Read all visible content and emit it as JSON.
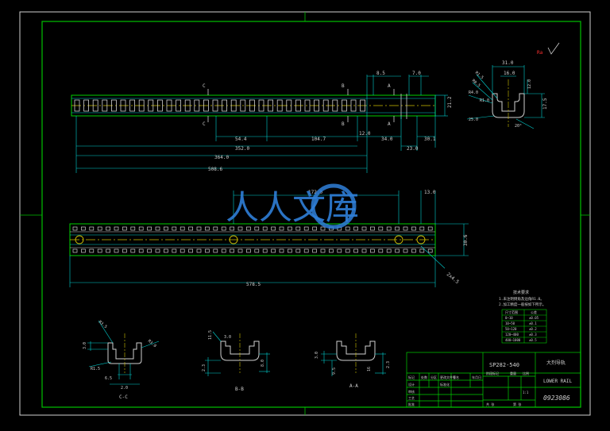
{
  "watermark": {
    "text": "人人文库"
  },
  "main_view": {
    "dims": [
      "8.5",
      "7.0",
      "21.2",
      "54.4",
      "104.7",
      "12.0",
      "34.0",
      "23.0",
      "30.1",
      "352.0",
      "364.0",
      "508.6"
    ],
    "section_marks": [
      "C",
      "C",
      "B",
      "B",
      "A",
      "A"
    ]
  },
  "lower_view": {
    "dims": [
      "172.0",
      "13.0",
      "30.6",
      "578.5",
      "2x4.5"
    ]
  },
  "end_section": {
    "dims": [
      "31.0",
      "16.0",
      "R1.5",
      "R0.5",
      "12.0",
      "17.5",
      "R4.0",
      "25.0",
      "R1.0",
      "20°"
    ]
  },
  "roughness": {
    "label": "Ra"
  },
  "sections": [
    {
      "label": "C-C",
      "dims": [
        "R3.5",
        "3.0",
        "R3.0",
        "R1.5",
        "6.5",
        "2.0"
      ]
    },
    {
      "label": "B-B",
      "dims": [
        "11.5",
        "3.0",
        "2.3",
        "8.0"
      ]
    },
    {
      "label": "A-A",
      "dims": [
        "3.0",
        "9.5",
        "16",
        "2.3"
      ]
    }
  ],
  "notes": {
    "title": "技术要求",
    "lines": [
      "1.未注明倒角及边角R1.0。",
      "2.加工精度一般按如下所示。"
    ],
    "table_header": [
      "尺寸范围",
      "公差"
    ],
    "table_rows": [
      [
        "0~10",
        "±0.05"
      ],
      [
        "10~50",
        "±0.1"
      ],
      [
        "50~120",
        "±0.2"
      ],
      [
        "120~400",
        "±0.3"
      ],
      [
        "400~1000",
        "±0.5"
      ]
    ]
  },
  "title_block": {
    "drawing_no": "SP282-540",
    "part_name_cn": "大剂导轨",
    "part_name_en": "LOWER RAIL",
    "part_code": "0923086",
    "labels": [
      "标记",
      "处数",
      "分区",
      "更改文件号",
      "签名",
      "年月日",
      "设计",
      "标准化",
      "阶段标记",
      "重量",
      "比例",
      "审核",
      "工艺",
      "批准",
      "共 张",
      "第 张",
      "1:1"
    ]
  }
}
